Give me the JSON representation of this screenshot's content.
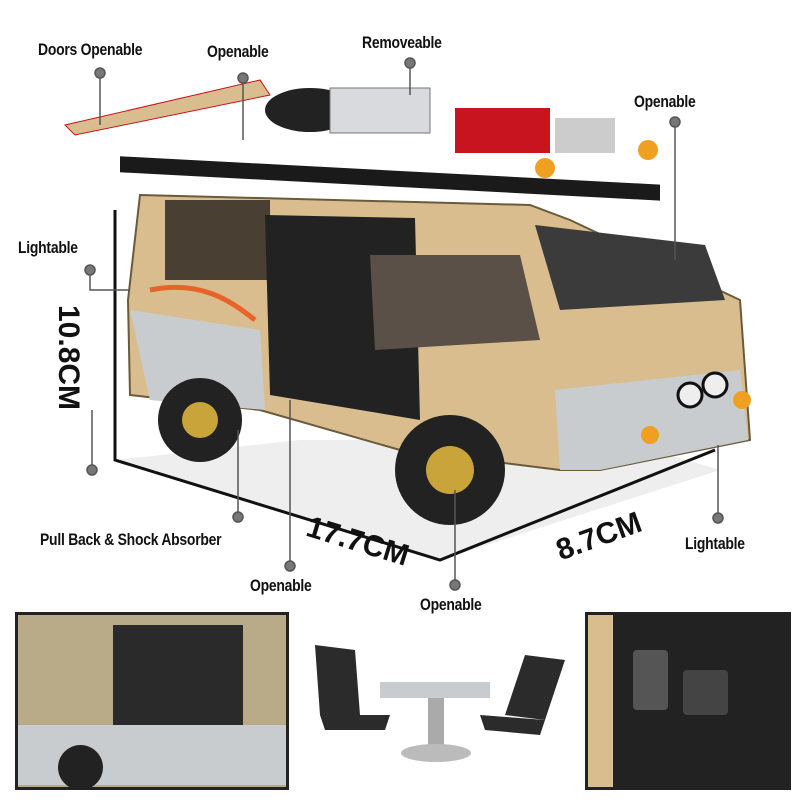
{
  "labels": {
    "doors_openable": "Doors Openable",
    "roof_openable": "Openable",
    "removeable": "Removeable",
    "front_openable": "Openable",
    "lightable_left": "Lightable",
    "pull_back": "Pull Back & Shock Absorber",
    "side_openable": "Openable",
    "bottom_openable": "Openable",
    "lightable_right": "Lightable"
  },
  "dimensions": {
    "height": "10.8CM",
    "length": "17.7CM",
    "width": "8.7CM"
  },
  "colors": {
    "body": "#d9bd8e",
    "silver": "#c9cccf",
    "rack": "#1a1a1a",
    "jerrycan": "#c8141e",
    "accent_stripe": "#e8632a"
  }
}
